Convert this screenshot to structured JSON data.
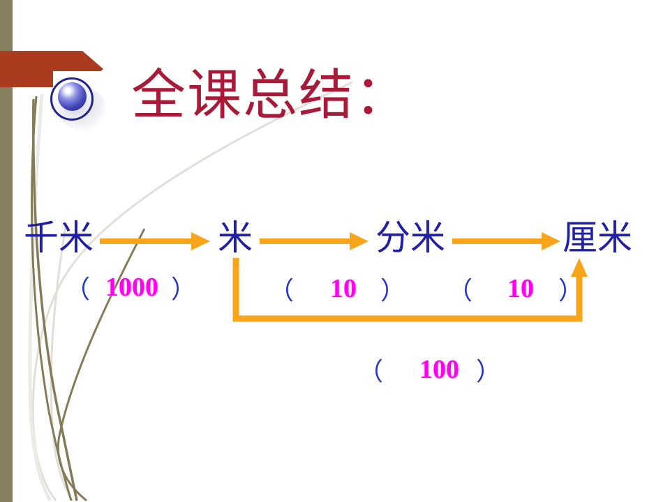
{
  "title": "全课总结：",
  "diagram": {
    "units": [
      "千米",
      "米",
      "分米",
      "厘米"
    ],
    "conversions": [
      {
        "open": "（",
        "value": "1000",
        "close": "）"
      },
      {
        "open": "（",
        "value": "10",
        "close": "）"
      },
      {
        "open": "（",
        "value": "10",
        "close": "）"
      },
      {
        "open": "（",
        "value": "100",
        "close": "）"
      }
    ]
  },
  "icons": {
    "bullet": "glossy-sphere-icon",
    "accent": "red-arrow-pentagon"
  },
  "colors": {
    "title_color": "#A81A38",
    "unit_color": "#1F1FA8",
    "paren_color": "#2336C8",
    "number_color": "#FF00F0",
    "arrow_color": "#F9A51C",
    "shape_color": "#AA3B1E",
    "sidebar_color": "#87805F",
    "curve_olive": "#847C58"
  }
}
